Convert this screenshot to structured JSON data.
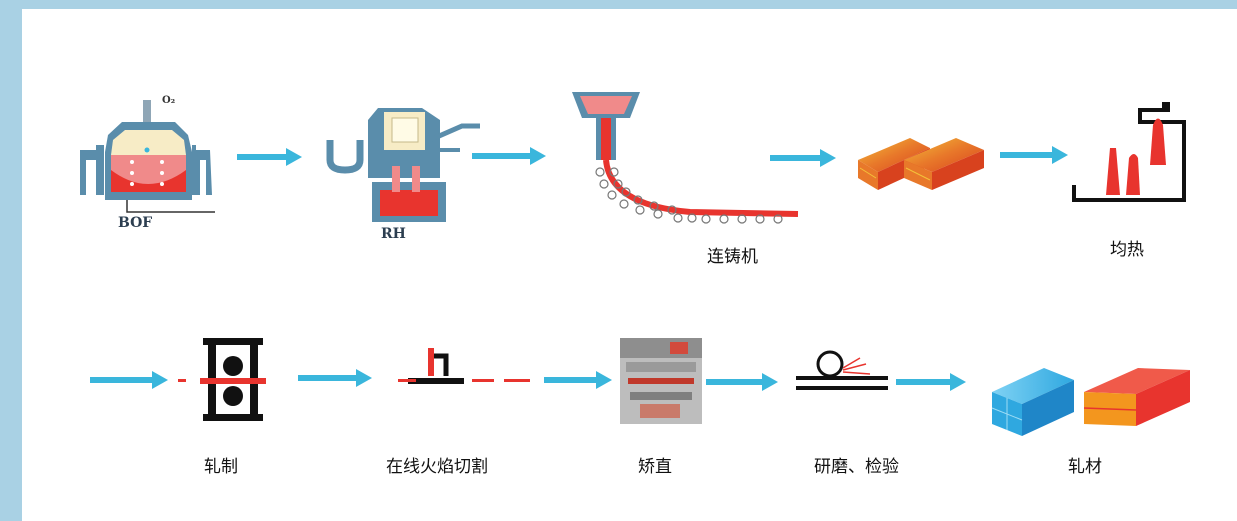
{
  "colors": {
    "frame": "#a9d1e4",
    "arrow": "#3ab6dc",
    "hot": "#e8342e",
    "vessel": "#5a8dab",
    "slag": "#f7ecc6"
  },
  "steps": [
    {
      "id": "bof",
      "image_text": "BOF",
      "gas_text": "O₂"
    },
    {
      "id": "rh",
      "image_text": "RH"
    },
    {
      "id": "caster",
      "label": "连铸机"
    },
    {
      "id": "slabs"
    },
    {
      "id": "soaking",
      "label": "均热"
    },
    {
      "id": "rolling",
      "label": "轧制"
    },
    {
      "id": "cutting",
      "label": "在线火焰切割"
    },
    {
      "id": "straightening",
      "label": "矫直"
    },
    {
      "id": "grinding",
      "label": "研磨、检验"
    },
    {
      "id": "product",
      "label": "轧材"
    }
  ]
}
